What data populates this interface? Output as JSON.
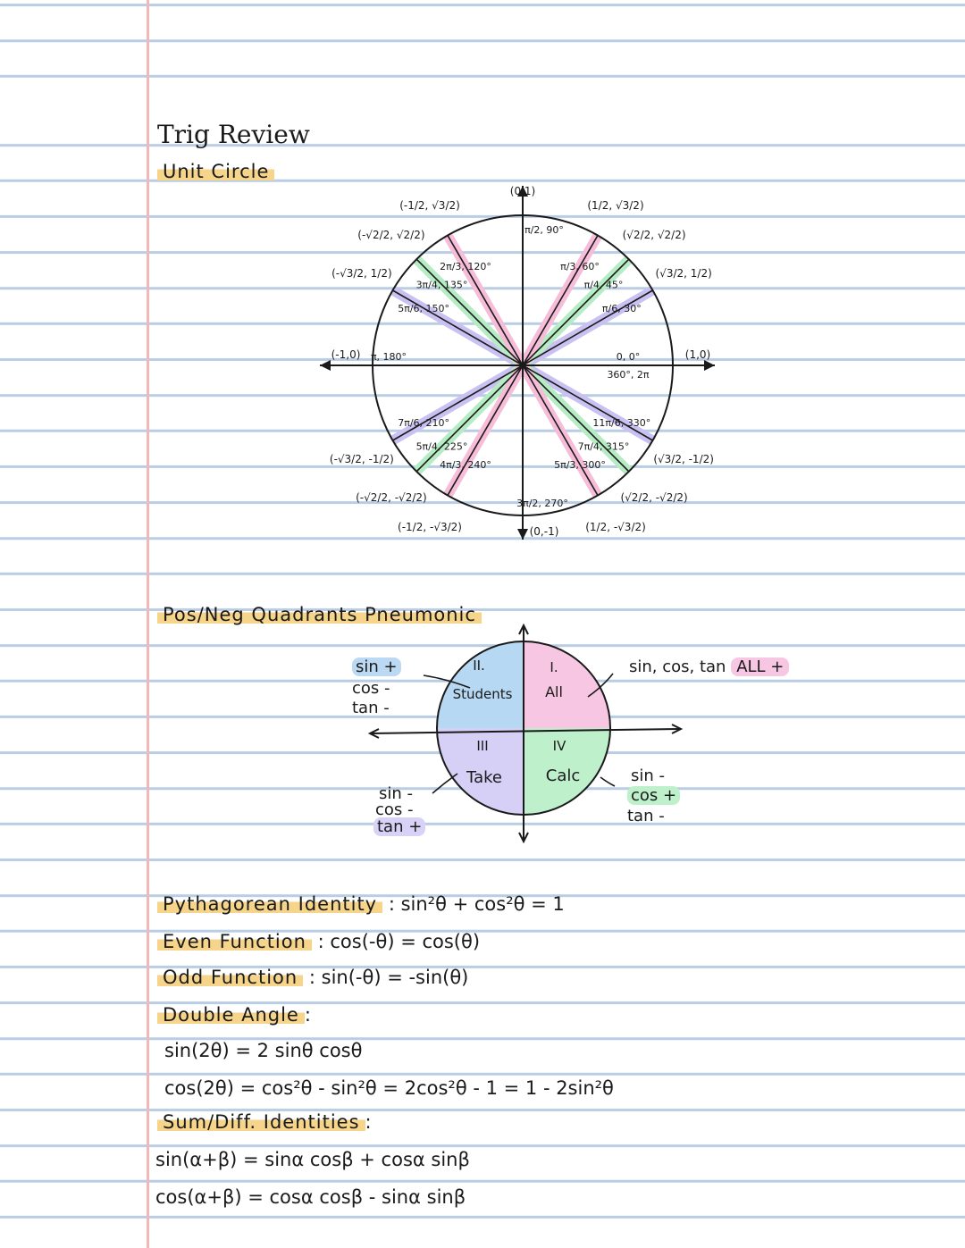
{
  "title": "Trig Review",
  "sections": {
    "unit_circle": "Unit Circle",
    "quadrants": "Pos/Neg Quadrants Pneumonic"
  },
  "unit_circle": {
    "axis_points": [
      "(0,1)",
      "(-1,0)",
      "(1,0)",
      "(0,-1)"
    ],
    "angles": [
      {
        "deg": "0°",
        "rad": "0",
        "deg2": "360°",
        "rad2": "2π",
        "coord": "(1,0)"
      },
      {
        "deg": "30°",
        "rad": "π/6",
        "coord": "(√3/2, 1/2)"
      },
      {
        "deg": "45°",
        "rad": "π/4",
        "coord": "(√2/2, √2/2)"
      },
      {
        "deg": "60°",
        "rad": "π/3",
        "coord": "(1/2, √3/2)"
      },
      {
        "deg": "90°",
        "rad": "π/2",
        "coord": "(0,1)"
      },
      {
        "deg": "120°",
        "rad": "2π/3",
        "coord": "(-1/2, √3/2)"
      },
      {
        "deg": "135°",
        "rad": "3π/4",
        "coord": "(-√2/2, √2/2)"
      },
      {
        "deg": "150°",
        "rad": "5π/6",
        "coord": "(-√3/2, 1/2)"
      },
      {
        "deg": "180°",
        "rad": "π",
        "coord": "(-1,0)"
      },
      {
        "deg": "210°",
        "rad": "7π/6",
        "coord": "(-√3/2, -1/2)"
      },
      {
        "deg": "225°",
        "rad": "5π/4",
        "coord": "(-√2/2, -√2/2)"
      },
      {
        "deg": "240°",
        "rad": "4π/3",
        "coord": "(-1/2, -√3/2)"
      },
      {
        "deg": "270°",
        "rad": "3π/2",
        "coord": "(0,-1)"
      },
      {
        "deg": "300°",
        "rad": "5π/3",
        "coord": "(1/2, -√3/2)"
      },
      {
        "deg": "315°",
        "rad": "7π/4",
        "coord": "(√2/2, -√2/2)"
      },
      {
        "deg": "330°",
        "rad": "11π/6",
        "coord": "(√3/2, -1/2)"
      }
    ],
    "colors": {
      "deg30": "#c9c1f2",
      "deg45": "#b6ecc3",
      "deg60": "#f6bcd8"
    }
  },
  "quadrants": {
    "q1": {
      "numeral": "I.",
      "word": "All",
      "color": "#f7c6e3"
    },
    "q2": {
      "numeral": "II.",
      "word": "Students",
      "color": "#b7d8f3"
    },
    "q3": {
      "numeral": "III",
      "word": "Take",
      "color": "#d6d0f7"
    },
    "q4": {
      "numeral": "IV",
      "word": "Calc",
      "color": "#bff0cc"
    },
    "q1_note": "sin, cos, tan",
    "q1_note_hl": "ALL +",
    "q2_signs": [
      "sin +",
      "cos -",
      "tan -"
    ],
    "q3_signs": [
      "sin -",
      "cos -",
      "tan +"
    ],
    "q4_signs": [
      "sin -",
      "cos +",
      "tan -"
    ]
  },
  "identities": {
    "pyth_label": "Pythagorean Identity",
    "pyth_eq": ": sin²θ + cos²θ = 1",
    "even_label": "Even Function",
    "even_eq": ": cos(-θ) = cos(θ)",
    "odd_label": "Odd Function",
    "odd_eq": ": sin(-θ) = -sin(θ)",
    "double_label": "Double Angle",
    "double_colon": ":",
    "double_sin": "sin(2θ) = 2 sinθ cosθ",
    "double_cos": "cos(2θ) = cos²θ - sin²θ = 2cos²θ - 1 = 1 - 2sin²θ",
    "sum_label": "Sum/Diff. Identities",
    "sum_colon": ":",
    "sum_sin": "sin(α+β) = sinα cosβ + cosα sinβ",
    "sum_cos": "cos(α+β) = cosα cosβ - sinα sinβ"
  }
}
